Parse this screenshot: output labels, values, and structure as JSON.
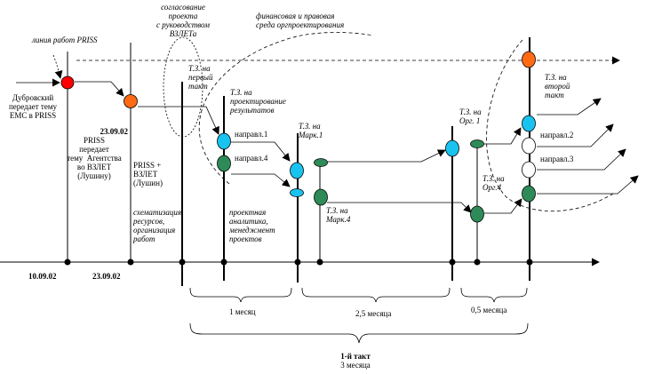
{
  "colors": {
    "red": "#ff0000",
    "orange": "#ff6a13",
    "cyan": "#19c3f0",
    "green": "#2e8b57",
    "white": "#ffffff"
  },
  "labels": {
    "line_prss": "линия работ PRISS",
    "dubrovsky": "Дубровский\nпередает тему\nЕМС в PRISS",
    "date_2309_a": "23.09.02",
    "prss_transfers": "PRISS\nпередает\nтему  Агентства\nво ВЗЛЕТ\n(Лушину)",
    "prss_vzlet": "PRISS +\nВЗЛЕТ\n(Лушин)",
    "schematization": "схематизация\nресурсов,\nорганизация\nработ",
    "approval": "согласование\nпроекта\nс руководством\nВЗЛЕТа",
    "env": "финансовая и правовая\nсреда оргпроектирования",
    "tz_first": "Т.З. на\nпервый\nтакт",
    "tz_design": "Т.З. на\nпроектирование\nрезультатов",
    "napr1": "направл.1",
    "napr4": "направл.4",
    "tz_mark1": "Т.З. на\nМарк.1",
    "tz_mark4": "Т.З. на\nМарк.4",
    "project_analytics": "проектная\nаналитика,\nменеджмент\nпроектов",
    "tz_org1": "Т.З. на\nОрг. 1",
    "tz_org4": "Т.З. на\nОрг.4",
    "tz_second": "Т.З. на\nвторой\nтакт",
    "napr2": "направл.2",
    "napr3": "направл.3",
    "date_1009": "10.09.02",
    "date_2309_b": "23.09.02",
    "month1": "1 месяц",
    "month25": "2,5 месяца",
    "month05": "0,5 месяца",
    "tact1": "1-й такт",
    "months3": "3 месяца"
  }
}
